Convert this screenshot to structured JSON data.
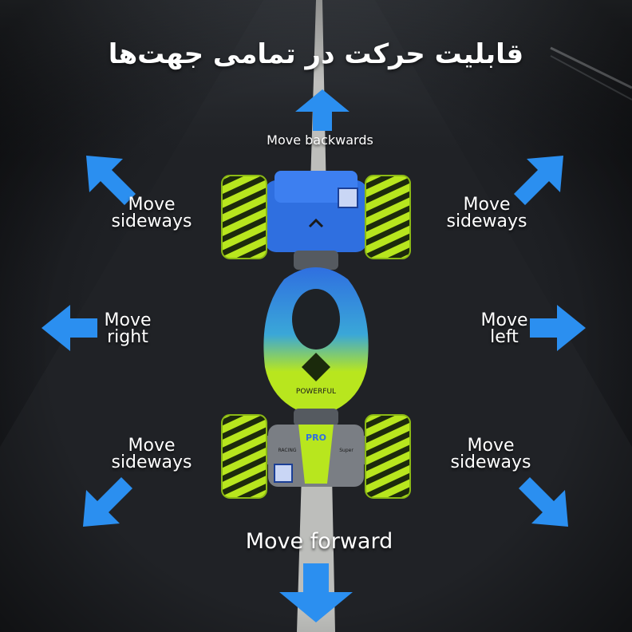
{
  "title": "قابلیت حرکت در تمامی جهت‌ها",
  "labels": {
    "move_backwards": "Move backwards",
    "move_forward": "Move forward",
    "sideways_top_left": [
      "Move",
      "sideways"
    ],
    "sideways_top_right": [
      "Move",
      "sideways"
    ],
    "move_right": [
      "Move",
      "right"
    ],
    "move_left": [
      "Move",
      "left"
    ],
    "sideways_bottom_left": [
      "Move",
      "sideways"
    ],
    "sideways_bottom_right": [
      "Move",
      "sideways"
    ]
  },
  "car_text": {
    "pro": "PRO",
    "powerful": "POWERFUL",
    "racing": "RACING",
    "super": "Super"
  },
  "colors": {
    "arrow": "#2b8ff0",
    "car_blue": "#2f6fe0",
    "car_green": "#b8e61e",
    "text": "#ffffff"
  },
  "icons": {
    "arrow": "arrow-icon",
    "car": "rc-stunt-car"
  }
}
